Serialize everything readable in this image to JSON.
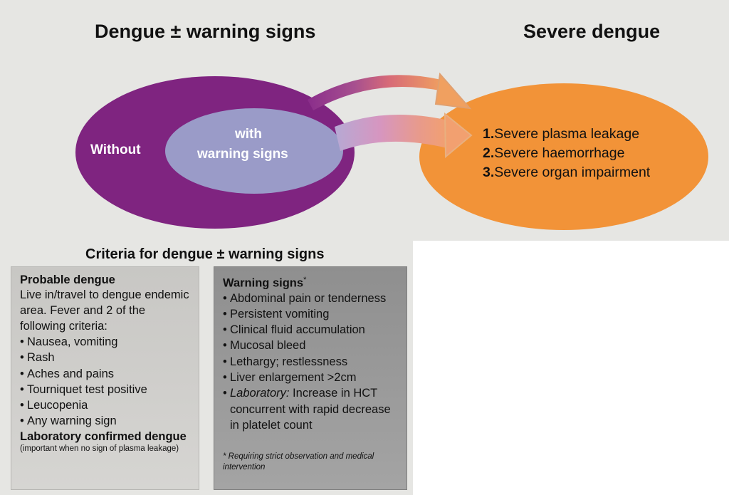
{
  "headings": {
    "left": "Dengue ± warning signs",
    "right": "Severe dengue"
  },
  "diagram": {
    "outer_ellipse_label": "Without",
    "inner_ellipse_label_line1": "with",
    "inner_ellipse_label_line2": "warning signs",
    "severe_items": [
      {
        "num": "1.",
        "text": "Severe plasma leakage"
      },
      {
        "num": "2.",
        "text": "Severe haemorrhage"
      },
      {
        "num": "3.",
        "text": "Severe organ impairment"
      }
    ],
    "colors": {
      "background": "#e6e6e3",
      "outer_ellipse": "#7f2480",
      "inner_ellipse": "#9a9bc8",
      "severe_ellipse": "#f29338"
    }
  },
  "criteria": {
    "title": "Criteria for dengue ± warning signs",
    "probable": {
      "heading": "Probable dengue",
      "intro": "Live in/travel to dengue endemic area. Fever and 2 of the following criteria:",
      "bullets": [
        "Nausea, vomiting",
        "Rash",
        "Aches and pains",
        "Tourniquet test positive",
        "Leucopenia",
        "Any warning sign"
      ],
      "lab_heading": "Laboratory confirmed dengue",
      "lab_note": "(important when no sign of plasma leakage)"
    },
    "warning": {
      "heading": "Warning signs",
      "heading_mark": "*",
      "bullets": [
        "Abdominal pain or tenderness",
        "Persistent vomiting",
        "Clinical fluid accumulation",
        "Mucosal bleed",
        "Lethargy; restlessness",
        "Liver enlargement >2cm"
      ],
      "lab_label": "Laboratory:",
      "lab_text": " Increase in HCT concurrent with rapid decrease in platelet count",
      "footnote": "* Requiring strict observation and medical intervention"
    }
  }
}
